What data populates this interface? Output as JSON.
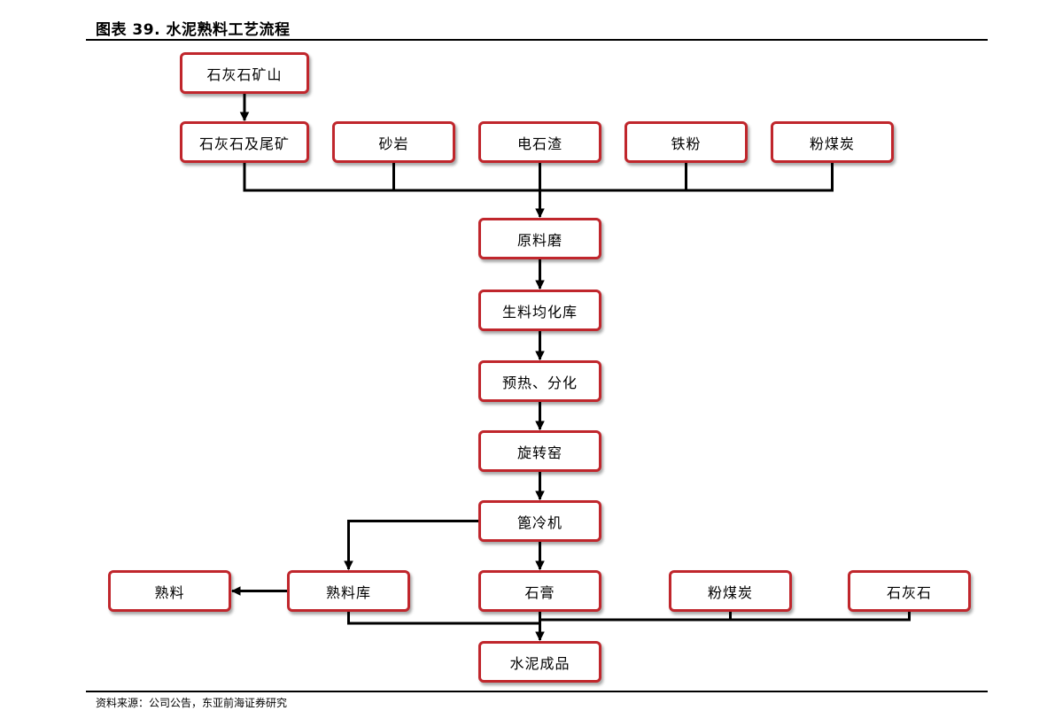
{
  "header": {
    "title": "图表 39. 水泥熟料工艺流程"
  },
  "nodes": {
    "limestone_mine": "石灰石矿山",
    "limestone_tailings": "石灰石及尾矿",
    "sandstone": "砂岩",
    "carbide_slag": "电石渣",
    "iron_powder": "铁粉",
    "coal_ash_top": "粉煤炭",
    "raw_mill": "原料磨",
    "homogenization_silo": "生料均化库",
    "preheat_decompose": "预热、分化",
    "rotary_kiln": "旋转窑",
    "grate_cooler": "篦冷机",
    "clinker": "熟料",
    "clinker_store": "熟料库",
    "gypsum": "石膏",
    "coal_ash_bottom": "粉煤炭",
    "limestone": "石灰石",
    "cement_product": "水泥成品"
  },
  "footer": {
    "source": "资料来源：公司公告，东亚前海证券研究"
  },
  "colors": {
    "box_border": "#c0262c",
    "line": "#000000",
    "rule": "#000000"
  }
}
